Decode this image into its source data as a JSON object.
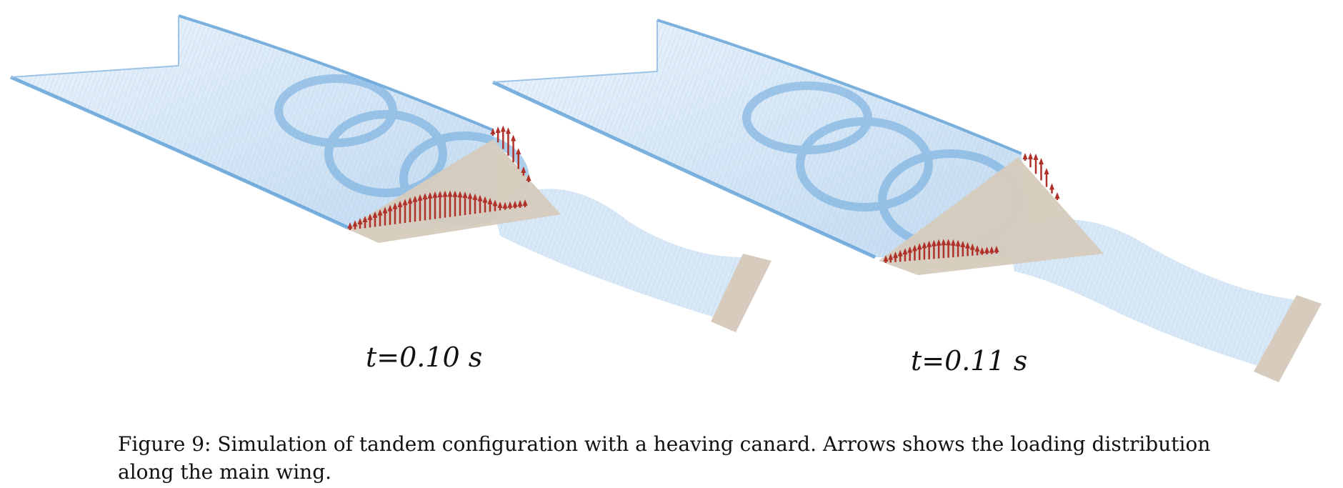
{
  "panels": [
    {
      "id": "panel-1",
      "time_label": "t=0.10 s"
    },
    {
      "id": "panel-2",
      "time_label": "t=0.11 s"
    }
  ],
  "caption": {
    "label": "Figure 9:",
    "text": "Simulation of tandem configuration with a heaving canard. Arrows shows the loading distribution along the main wing."
  },
  "colors": {
    "wake": "#5d9fd6",
    "wake_light": "#cfe2f4",
    "wing": "#d6cbbd",
    "arrow": "#b0302a"
  }
}
